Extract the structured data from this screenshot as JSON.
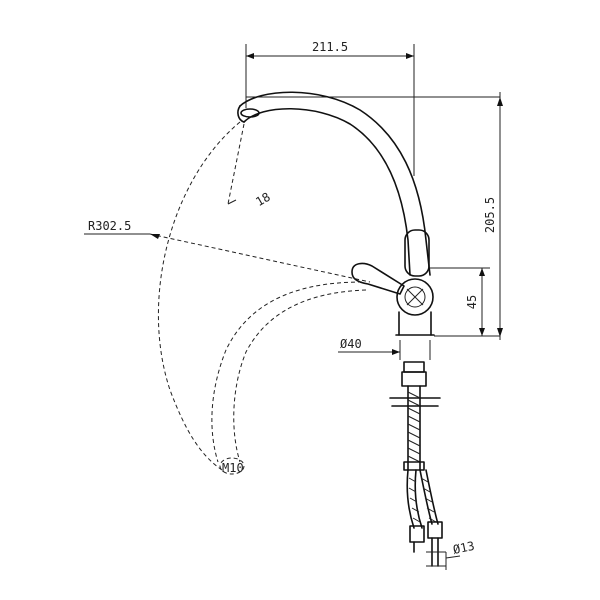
{
  "dimensions": {
    "spout_reach": "211.5",
    "arc_radius": "R302.5",
    "spout_height": "205.5",
    "lever_height": "45",
    "spout_angle": "18",
    "base_diameter": "Ø40",
    "hose_thread": "M10",
    "hose_tip": "Ø13"
  },
  "colors": {
    "line": "#111111",
    "background": "#ffffff"
  }
}
